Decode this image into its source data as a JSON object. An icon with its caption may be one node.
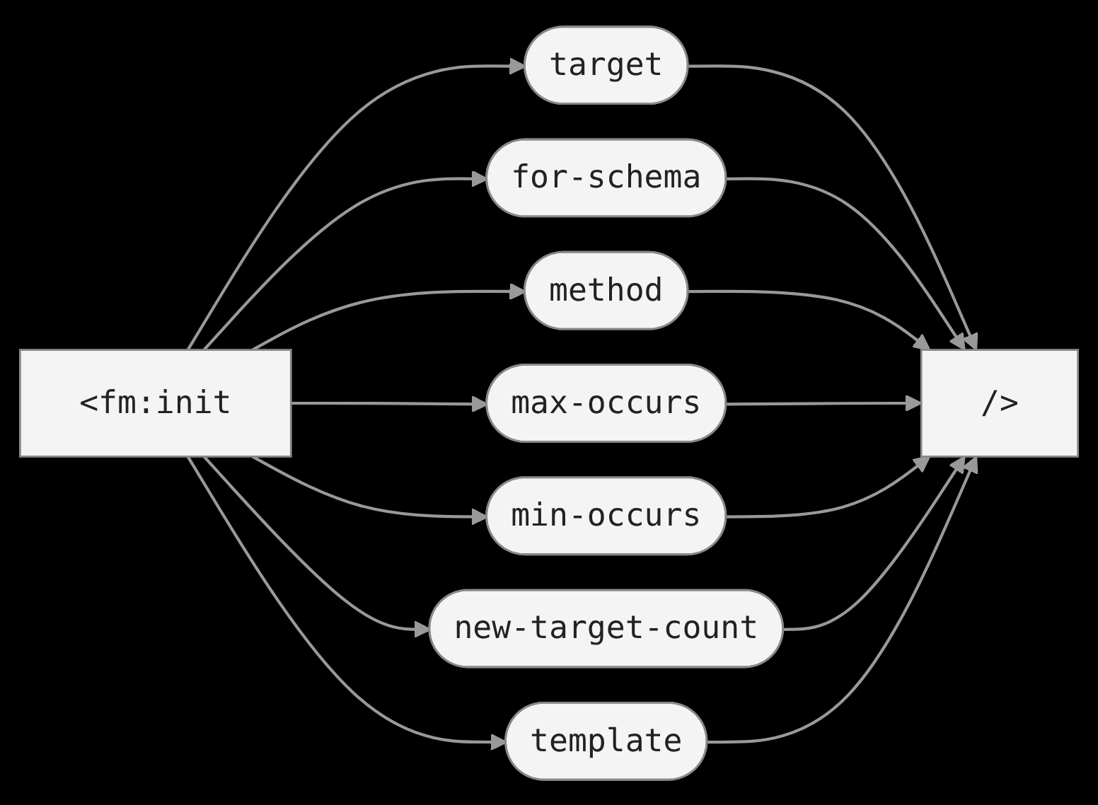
{
  "diagram": {
    "nodes": [
      {
        "text": [
          "<fm:init"
        ]
      },
      {
        "text": [
          "target"
        ]
      },
      {
        "text": [
          "for-schema"
        ]
      },
      {
        "text": [
          "method"
        ]
      },
      {
        "text": [
          "max-occurs"
        ]
      },
      {
        "text": [
          "min-occurs"
        ]
      },
      {
        "text": [
          "new-target-count"
        ]
      },
      {
        "text": [
          "template"
        ]
      },
      {
        "text": [
          "/>"
        ]
      }
    ],
    "edges": [
      {
        "from": 0,
        "to": 1,
        "arrow": "to"
      },
      {
        "from": 0,
        "to": 2,
        "arrow": "to"
      },
      {
        "from": 0,
        "to": 3,
        "arrow": "to"
      },
      {
        "from": 0,
        "to": 4,
        "arrow": "to"
      },
      {
        "from": 0,
        "to": 5,
        "arrow": "to"
      },
      {
        "from": 0,
        "to": 6,
        "arrow": "to"
      },
      {
        "from": 0,
        "to": 7,
        "arrow": "to"
      },
      {
        "from": 1,
        "to": 8,
        "arrow": "to"
      },
      {
        "from": 2,
        "to": 8,
        "arrow": "to"
      },
      {
        "from": 3,
        "to": 8,
        "arrow": "to"
      },
      {
        "from": 4,
        "to": 8,
        "arrow": "to"
      },
      {
        "from": 5,
        "to": 8,
        "arrow": "to"
      },
      {
        "from": 6,
        "to": 8,
        "arrow": "to"
      },
      {
        "from": 7,
        "to": 8,
        "arrow": "to"
      }
    ]
  }
}
